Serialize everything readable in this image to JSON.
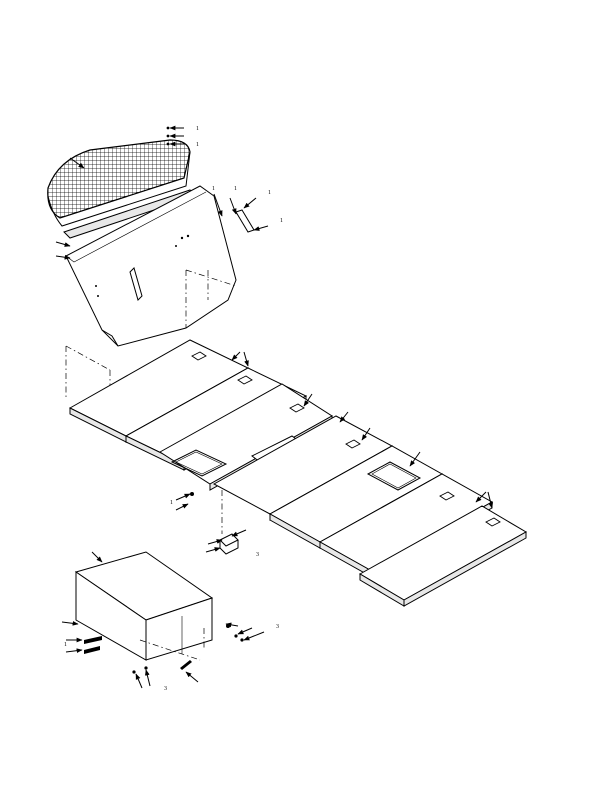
{
  "figure": {
    "callouts": [
      "1",
      "1",
      "1",
      "1",
      "1",
      "1",
      "1",
      "3",
      "3",
      "1",
      "3"
    ]
  },
  "colors": {
    "ink": "#000000",
    "paper": "#ffffff",
    "edge": "#e8e8e8"
  }
}
